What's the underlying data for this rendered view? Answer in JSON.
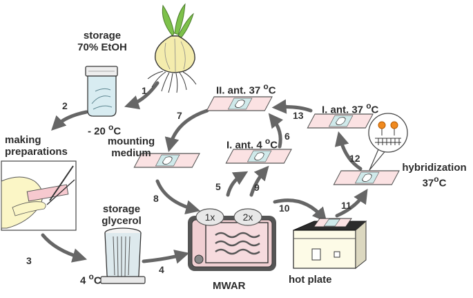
{
  "labels": {
    "storage_etoh_line1": "storage",
    "storage_etoh_line2": "70% EtOH",
    "minus20_num": "- 20",
    "minus20_unit": "C",
    "making_preparations_line1": "making",
    "making_preparations_line2": "preparations",
    "storage_glycerol_line1": "storage",
    "storage_glycerol_line2": "glycerol",
    "four_c_num": "4",
    "four_c_unit": "C",
    "mounting_medium_line1": "mounting",
    "mounting_medium_line2": "medium",
    "ii_ant_37_text": "II. ant. 37",
    "ii_ant_37_unit": "C",
    "i_ant_4_text": "I. ant. 4",
    "i_ant_4_unit": "C",
    "i_ant_37_text": "I. ant. 37",
    "i_ant_37_unit": "C",
    "hybridization_line1": "hybridization",
    "hybridization_num": "37",
    "hybridization_unit": "C",
    "mwar": "MWAR",
    "hot_plate": "hot plate",
    "oven_1x": "1x",
    "oven_2x": "2x",
    "degree": "o"
  },
  "steps": [
    "1",
    "2",
    "3",
    "4",
    "5",
    "6",
    "7",
    "8",
    "9",
    "10",
    "11",
    "12",
    "13"
  ],
  "colors": {
    "arrow": "#666666",
    "slide": "#fbe2e3",
    "slide_border": "#555555",
    "coverslip": "#cfe9ea",
    "mwar_body": "#f0cfd2",
    "mwar_frame": "#555555",
    "hotplate_top": "#2c2c2c",
    "hotplate_body": "#fdfbe7",
    "bulb": "#f4ecad",
    "leaf": "#7dc14a",
    "probe_dot": "#f08a1f"
  }
}
